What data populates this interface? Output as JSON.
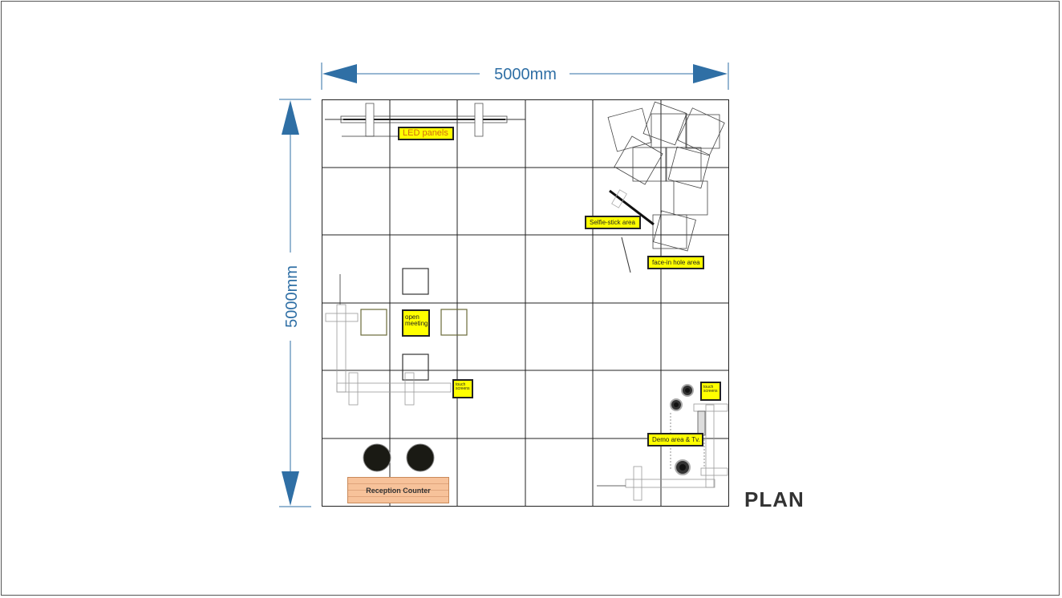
{
  "dimensions": {
    "width_label": "5000mm",
    "height_label": "5000mm"
  },
  "title": "PLAN",
  "labels": {
    "led_panels": "LED panels",
    "selfie_stick": "Selfie-stick area",
    "face_in_hole": "face-in hole area",
    "open_meeting_line1": "open",
    "open_meeting_line2": "meeting",
    "touch_screens_left_line1": "touch",
    "touch_screens_left_line2": "screens",
    "touch_screens_right_line1": "touch",
    "touch_screens_right_line2": "screens",
    "demo_area": "Demo area & Tv.",
    "reception_counter": "Reception Counter"
  },
  "colors": {
    "dimension": "#2f6fa5",
    "label_bg": "#ffff00",
    "counter_fill": "#f7c29a",
    "grid": "#222222"
  }
}
